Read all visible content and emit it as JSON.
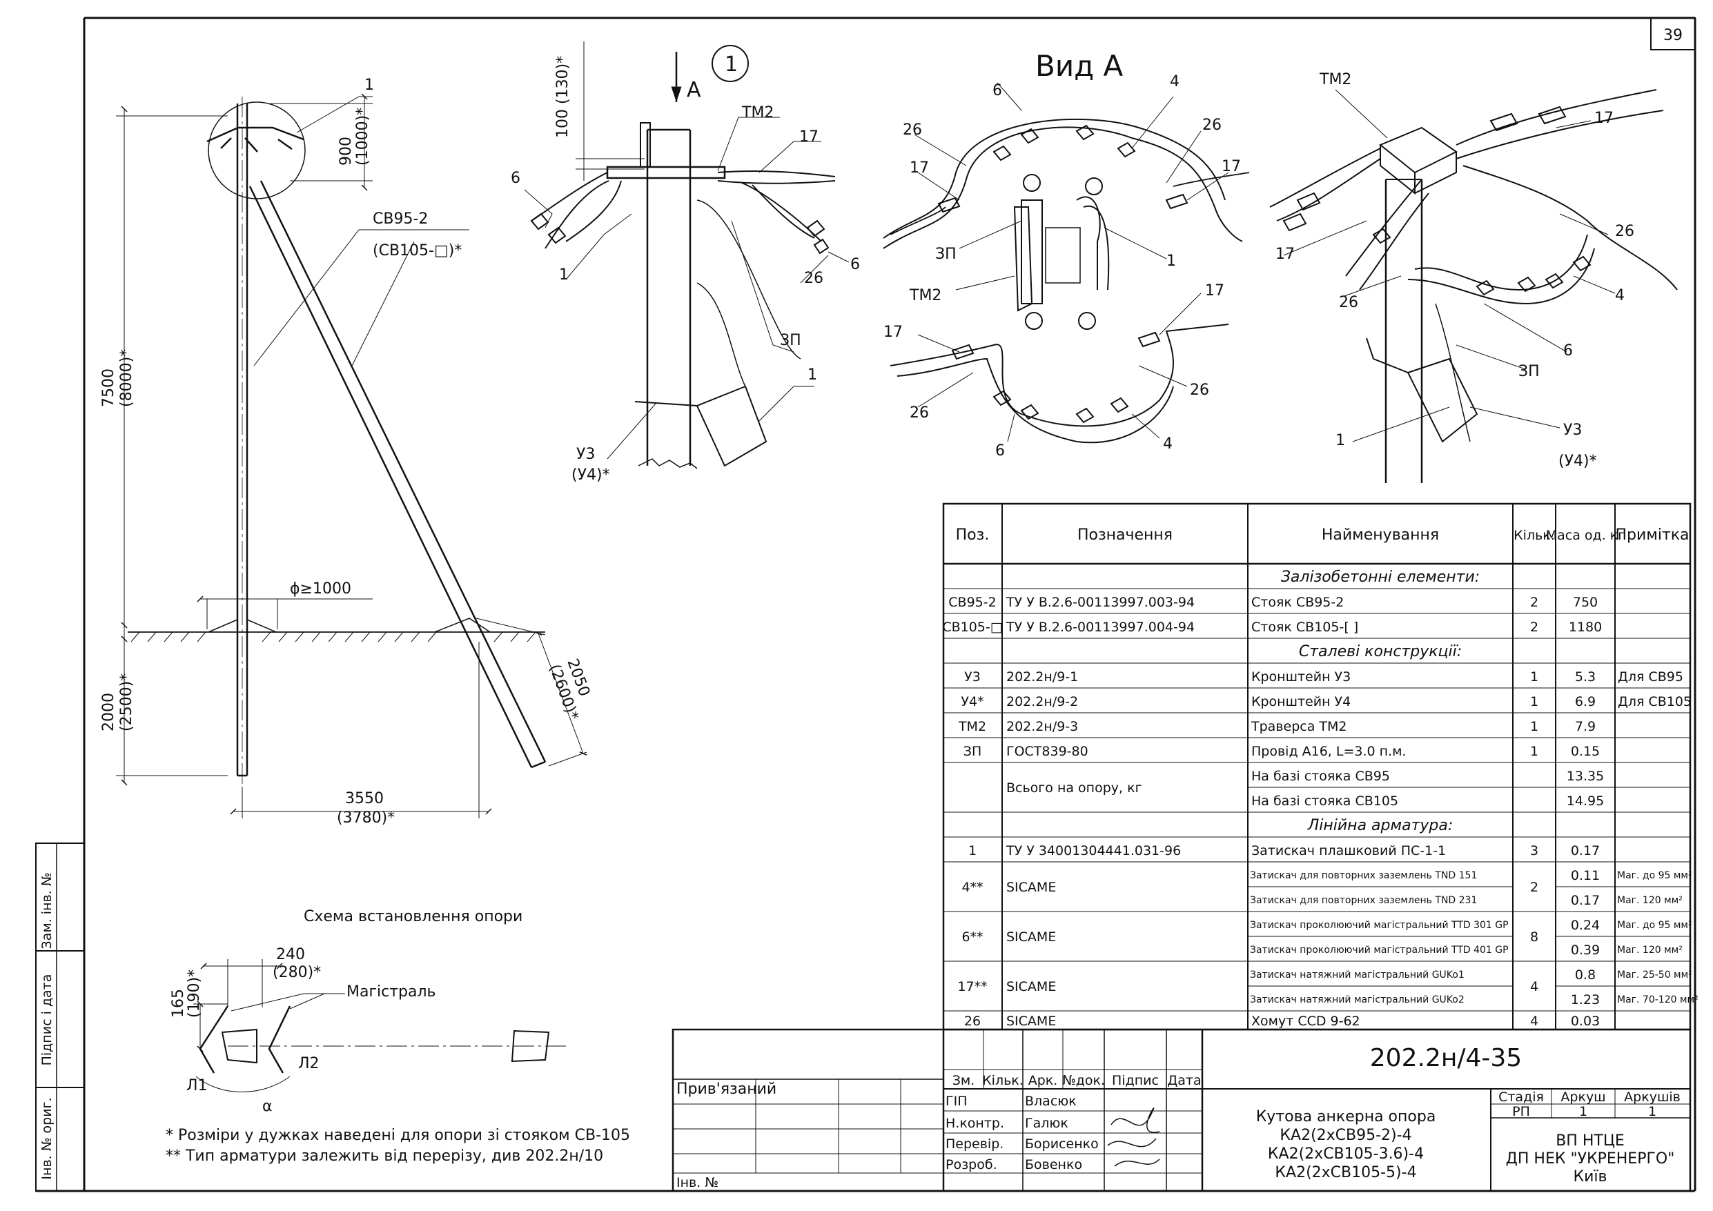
{
  "sheet_number": "39",
  "view_a_title": "Вид А",
  "callout_number": "1",
  "arrow_label": "А",
  "left_drawing": {
    "callouts": [
      "1",
      "СВ95-2",
      "(СВ105-□)*"
    ],
    "dims": {
      "d900": "900",
      "d1000": "(1000)*",
      "d7500": "7500",
      "d8000": "(8000)*",
      "d2000": "2000",
      "d2500": "(2500)*",
      "d3550": "3550",
      "d3780": "(3780)*",
      "d2050": "2050",
      "d2600": "(2600)*",
      "dphi": "ϕ≥1000"
    }
  },
  "detail1": {
    "labels": [
      "100 (130)*",
      "ТМ2",
      "17",
      "6",
      "1",
      "6",
      "26",
      "ЗП",
      "1",
      "У3",
      "(У4)*"
    ]
  },
  "view_a": {
    "labels": [
      "6",
      "4",
      "26",
      "26",
      "17",
      "17",
      "ЗП",
      "1",
      "ТМ2",
      "17",
      "17",
      "26",
      "26",
      "6",
      "4"
    ]
  },
  "iso_view": {
    "labels": [
      "ТМ2",
      "17",
      "26",
      "17",
      "26",
      "4",
      "6",
      "ЗП",
      "1",
      "У3",
      "(У4)*"
    ]
  },
  "scheme": {
    "title": "Схема встановлення опори",
    "d240": "240",
    "d280": "(280)*",
    "d165": "165",
    "d190": "(190)*",
    "magistral": "Магістраль",
    "l1": "Л1",
    "l2": "Л2",
    "alpha": "α"
  },
  "notes": [
    "* Розміри у дужках наведені для опори зі стояком СВ-105",
    "** Тип арматури залежить від перерізу, див 202.2н/10"
  ],
  "side_stamp": [
    "Зам. інв. №",
    "Підпис і дата",
    "Інв. № ориг."
  ],
  "spec_table": {
    "headers": [
      "Поз.",
      "Позначення",
      "Найменування",
      "Кільк.",
      "Маса од. кг",
      "Примітка"
    ],
    "sections": [
      "Залізобетонні елементи:",
      "Сталеві конструкції:",
      "Лінійна арматура:"
    ],
    "rows": [
      {
        "pos": "СВ95-2",
        "des": "ТУ У В.2.6-00113997.003-94",
        "name": "Стояк СВ95-2",
        "qty": "2",
        "mass": "750",
        "note": ""
      },
      {
        "pos": "СВ105-□",
        "des": "ТУ У В.2.6-00113997.004-94",
        "name": "Стояк СВ105-[ ]",
        "qty": "2",
        "mass": "1180",
        "note": ""
      },
      {
        "pos": "У3",
        "des": "202.2н/9-1",
        "name": "Кронштейн У3",
        "qty": "1",
        "mass": "5.3",
        "note": "Для СВ95"
      },
      {
        "pos": "У4*",
        "des": "202.2н/9-2",
        "name": "Кронштейн У4",
        "qty": "1",
        "mass": "6.9",
        "note": "Для СВ105"
      },
      {
        "pos": "ТМ2",
        "des": "202.2н/9-3",
        "name": "Траверса ТМ2",
        "qty": "1",
        "mass": "7.9",
        "note": ""
      },
      {
        "pos": "ЗП",
        "des": "ГОСТ839-80",
        "name": "Провід А16, L=3.0 п.м.",
        "qty": "1",
        "mass": "0.15",
        "note": ""
      },
      {
        "pos": "",
        "des": "Всього на опору, кг",
        "name": "На базі стояка СВ95",
        "qty": "",
        "mass": "13.35",
        "note": ""
      },
      {
        "pos": "",
        "des": "",
        "name": "На базі стояка СВ105",
        "qty": "",
        "mass": "14.95",
        "note": ""
      },
      {
        "pos": "1",
        "des": "ТУ У 34001304441.031-96",
        "name": "Затискач плашковий ПС-1-1",
        "qty": "3",
        "mass": "0.17",
        "note": ""
      },
      {
        "pos": "4**",
        "des": "SICAME",
        "name": "Затискач для повторних заземлень TND 151",
        "qty": "2",
        "mass": "0.11",
        "note": "Маг. до 95 мм²"
      },
      {
        "pos": "",
        "des": "",
        "name": "Затискач для повторних заземлень TND 231",
        "qty": "",
        "mass": "0.17",
        "note": "Маг. 120 мм²"
      },
      {
        "pos": "6**",
        "des": "SICAME",
        "name": "Затискач проколюючий магістральний TTD 301 GP",
        "qty": "8",
        "mass": "0.24",
        "note": "Маг. до 95 мм²"
      },
      {
        "pos": "",
        "des": "",
        "name": "Затискач проколюючий магістральний TTD 401 GP",
        "qty": "",
        "mass": "0.39",
        "note": "Маг. 120 мм²"
      },
      {
        "pos": "17**",
        "des": "SICAME",
        "name": "Затискач натяжний магістральний GUKo1",
        "qty": "4",
        "mass": "0.8",
        "note": "Маг. 25-50 мм²"
      },
      {
        "pos": "",
        "des": "",
        "name": "Затискач натяжний магістральний GUKo2",
        "qty": "",
        "mass": "1.23",
        "note": "Маг. 70-120 мм²"
      },
      {
        "pos": "26",
        "des": "SICAME",
        "name": "Хомут CCD 9-62",
        "qty": "4",
        "mass": "0.03",
        "note": ""
      }
    ]
  },
  "title_block": {
    "code": "202.2н/4-35",
    "attached": "Прив'язаний",
    "inv": "Інв. №",
    "rev_headers": [
      "Зм.",
      "Кільк.",
      "Арк.",
      "№док.",
      "Підпис",
      "Дата"
    ],
    "people": [
      {
        "role": "ГІП",
        "name": "Власюк"
      },
      {
        "role": "Н.контр.",
        "name": "Галюк"
      },
      {
        "role": "Перевір.",
        "name": "Борисенко"
      },
      {
        "role": "Розроб.",
        "name": "Бовенко"
      }
    ],
    "object_title": [
      "Кутова анкерна опора",
      "КА2(2хСВ95-2)-4",
      "КА2(2хСВ105-3.6)-4",
      "КА2(2хСВ105-5)-4"
    ],
    "stage_headers": [
      "Стадія",
      "Аркуш",
      "Аркушів"
    ],
    "stage_values": [
      "РП",
      "1",
      "1"
    ],
    "org": [
      "ВП НТЦЕ",
      "ДП НЕК \"УКРЕНЕРГО\"",
      "Київ"
    ]
  },
  "colors": {
    "ink": "#111111",
    "paper": "#ffffff"
  }
}
